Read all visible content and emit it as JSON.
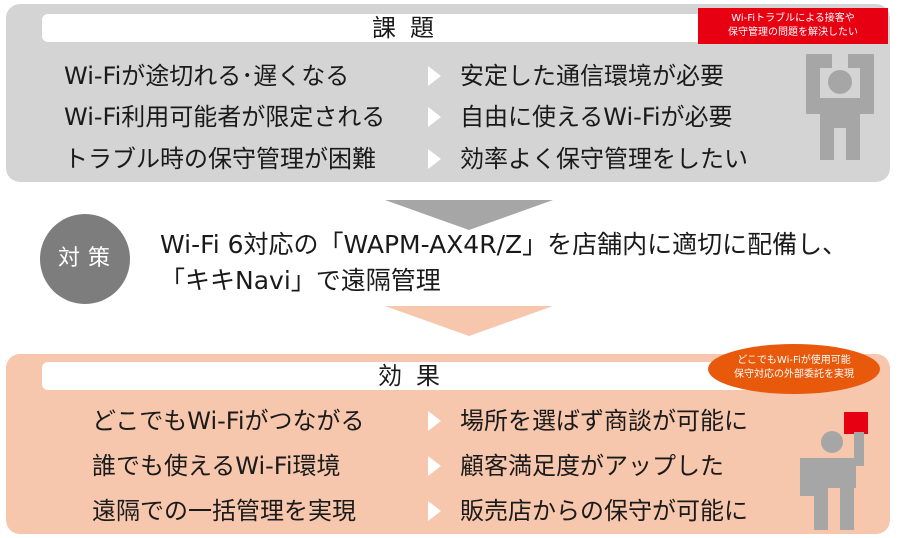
{
  "issue": {
    "header": "課題",
    "callout": [
      "Wi-Fiトラブルによる接客や",
      "保守管理の問題を解決したい"
    ],
    "rows": [
      {
        "problem": "Wi-Fiが途切れる･遅くなる",
        "need": "安定した通信環境が必要"
      },
      {
        "problem": "Wi-Fi利用可能者が限定される",
        "need": "自由に使えるWi-Fiが必要"
      },
      {
        "problem": "トラブル時の保守管理が困難",
        "need": "効率よく保守管理をしたい"
      }
    ]
  },
  "measure": {
    "label": "対策",
    "lines": [
      "Wi-Fi 6対応の「WAPM-AX4R/Z」を店舗内に適切に配備し、",
      "「キキNavi」で遠隔管理"
    ]
  },
  "effect": {
    "header": "効果",
    "callout": [
      "どこでもWi-Fiが使用可能",
      "保守対応の外部委託を実現"
    ],
    "rows": [
      {
        "cause": "どこでもWi-Fiがつながる",
        "result": "場所を選ばず商談が可能に"
      },
      {
        "cause": "誰でも使えるWi-Fi環境",
        "result": "顧客満足度がアップした"
      },
      {
        "cause": "遠隔での一括管理を実現",
        "result": "販売店からの保守が可能に"
      }
    ]
  },
  "colors": {
    "issue_panel": "#d4d4d4",
    "effect_panel": "#f6c7ad",
    "arrow_gray": "#a6a6a6",
    "measure_circle": "#7d7d7d",
    "callout_red": "#e60012",
    "callout_orange": "#e8590c",
    "figure": "#a6a6a6",
    "flag": "#e60012"
  },
  "icons": {
    "issue_figure": "person-holding-head-icon",
    "effect_figure": "person-raising-flag-icon",
    "row_arrow": "chevron-right-icon"
  }
}
